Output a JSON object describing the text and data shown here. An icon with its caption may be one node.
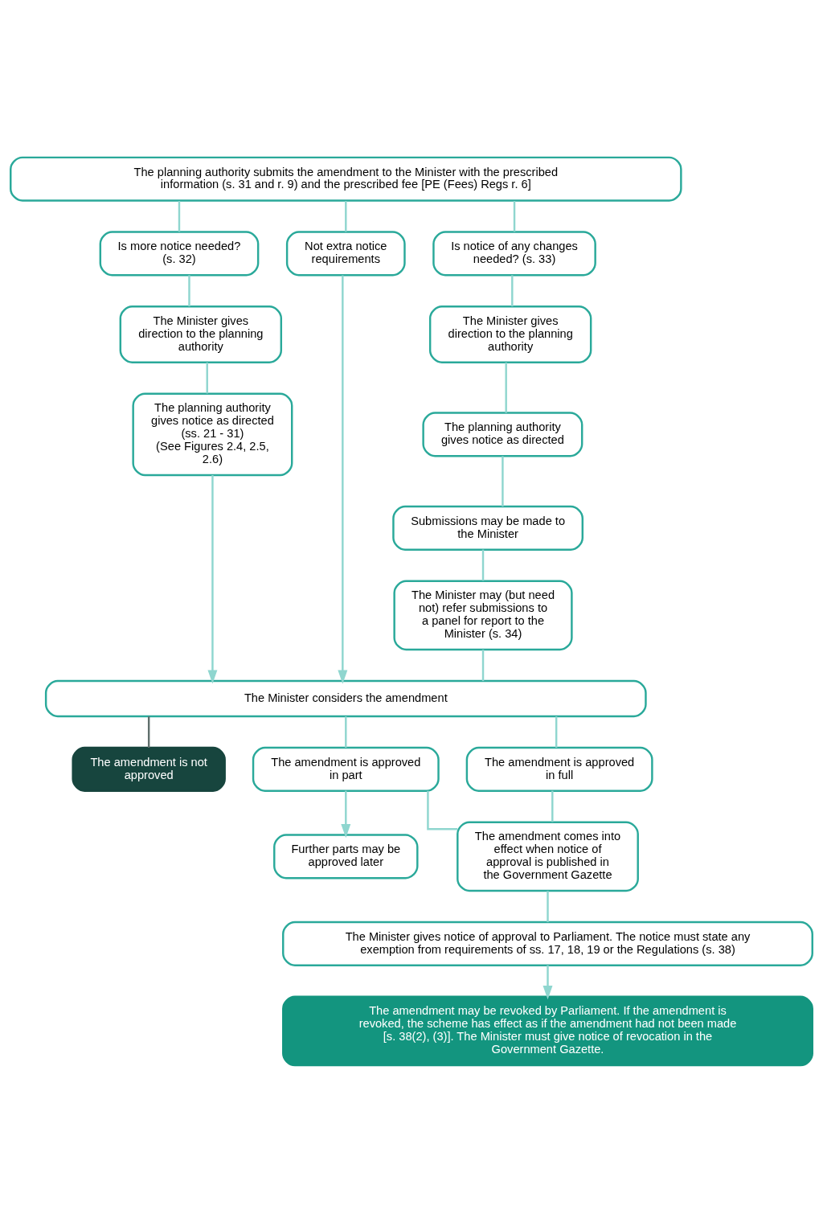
{
  "diagram": {
    "nodes": [
      {
        "text": [
          "The planning authority submits the amendment to the Minister with the prescribed information (s. 31 and r. 9) and the prescribed fee [PE (Fees) Regs r. 6]"
        ]
      },
      {
        "text": [
          "Is more notice needed?",
          "(s. 32)"
        ]
      },
      {
        "text": [
          "Not extra notice requirements"
        ]
      },
      {
        "text": [
          "Is notice of any changes needed? (s. 33)"
        ]
      },
      {
        "text": [
          "The Minister gives direction to the planning authority"
        ]
      },
      {
        "text": [
          "The Minister gives direction to the planning authority"
        ]
      },
      {
        "text": [
          "The planning authority gives notice as directed",
          "(ss. 21 - 31)",
          "(See Figures 2.4, 2.5, 2.6)"
        ]
      },
      {
        "text": [
          "The planning authority gives notice as directed"
        ]
      },
      {
        "text": [
          "Submissions may be made to the Minister"
        ]
      },
      {
        "text": [
          "The Minister may (but need not) refer submissions to a panel for report to the Minister (s. 34)"
        ]
      },
      {
        "text": [
          "The Minister considers the amendment"
        ]
      },
      {
        "text": [
          "The amendment is not approved"
        ]
      },
      {
        "text": [
          "The amendment is approved in part"
        ]
      },
      {
        "text": [
          "The amendment is approved in full"
        ]
      },
      {
        "text": [
          "Further parts may be approved later"
        ]
      },
      {
        "text": [
          "The amendment comes into effect when notice of approval is published in the Government Gazette"
        ]
      },
      {
        "text": [
          "The Minister gives notice of approval to Parliament. The notice must state any exemption from requirements of ss. 17, 18, 19 or the Regulations (s. 38)"
        ]
      },
      {
        "text": [
          "The amendment may be revoked by Parliament. If the amendment is revoked, the scheme has effect as if the amendment had not been made [s. 38(2), (3)]. The Minister must give notice of revocation in the Government Gazette."
        ]
      }
    ],
    "edges": [
      {
        "from": 0,
        "to": 1,
        "arrow": "none"
      },
      {
        "from": 0,
        "to": 2,
        "arrow": "none"
      },
      {
        "from": 0,
        "to": 3,
        "arrow": "none"
      },
      {
        "from": 1,
        "to": 4,
        "arrow": "none"
      },
      {
        "from": 4,
        "to": 6,
        "arrow": "none"
      },
      {
        "from": 6,
        "to": 10,
        "arrow": "to"
      },
      {
        "from": 2,
        "to": 10,
        "arrow": "to"
      },
      {
        "from": 3,
        "to": 5,
        "arrow": "none"
      },
      {
        "from": 5,
        "to": 7,
        "arrow": "none"
      },
      {
        "from": 7,
        "to": 8,
        "arrow": "none"
      },
      {
        "from": 8,
        "to": 9,
        "arrow": "none"
      },
      {
        "from": 9,
        "to": 10,
        "arrow": "none"
      },
      {
        "from": 10,
        "to": 11,
        "arrow": "none",
        "color": "#5f6f6c"
      },
      {
        "from": 10,
        "to": 12,
        "arrow": "none"
      },
      {
        "from": 10,
        "to": 13,
        "arrow": "none"
      },
      {
        "from": 12,
        "to": 14,
        "arrow": "to"
      },
      {
        "from": 12,
        "to": 15,
        "arrow": "none"
      },
      {
        "from": 13,
        "to": 15,
        "arrow": "none"
      },
      {
        "from": 15,
        "to": 16,
        "arrow": "none"
      },
      {
        "from": 16,
        "to": 17,
        "arrow": "to"
      }
    ]
  }
}
